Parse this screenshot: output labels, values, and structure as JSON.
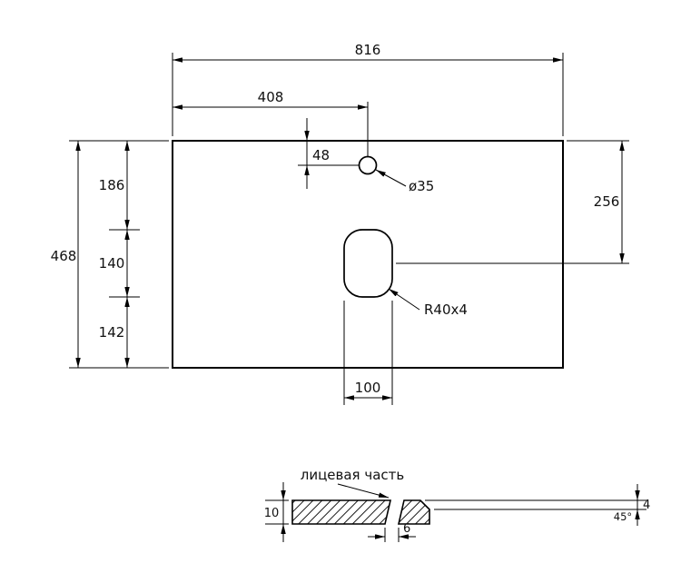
{
  "drawing": {
    "background": "#ffffff",
    "line_color": "#000000",
    "top_view": {
      "dim_width_total": "816",
      "dim_width_to_hole": "408",
      "dim_hole_from_top": "48",
      "label_hole_diameter": "ø35",
      "dim_top_to_cutout_center": "256",
      "dim_height_total": "468",
      "dim_top_segment": "186",
      "dim_middle_segment": "140",
      "dim_bottom_segment": "142",
      "dim_cutout_width": "100",
      "label_cutout_radius": "R40x4"
    },
    "section_view": {
      "label_front_side": "лицевая часть",
      "dim_thickness": "10",
      "dim_chamfer_height": "4",
      "label_chamfer_angle": "45°",
      "dim_groove_width": "6"
    }
  }
}
